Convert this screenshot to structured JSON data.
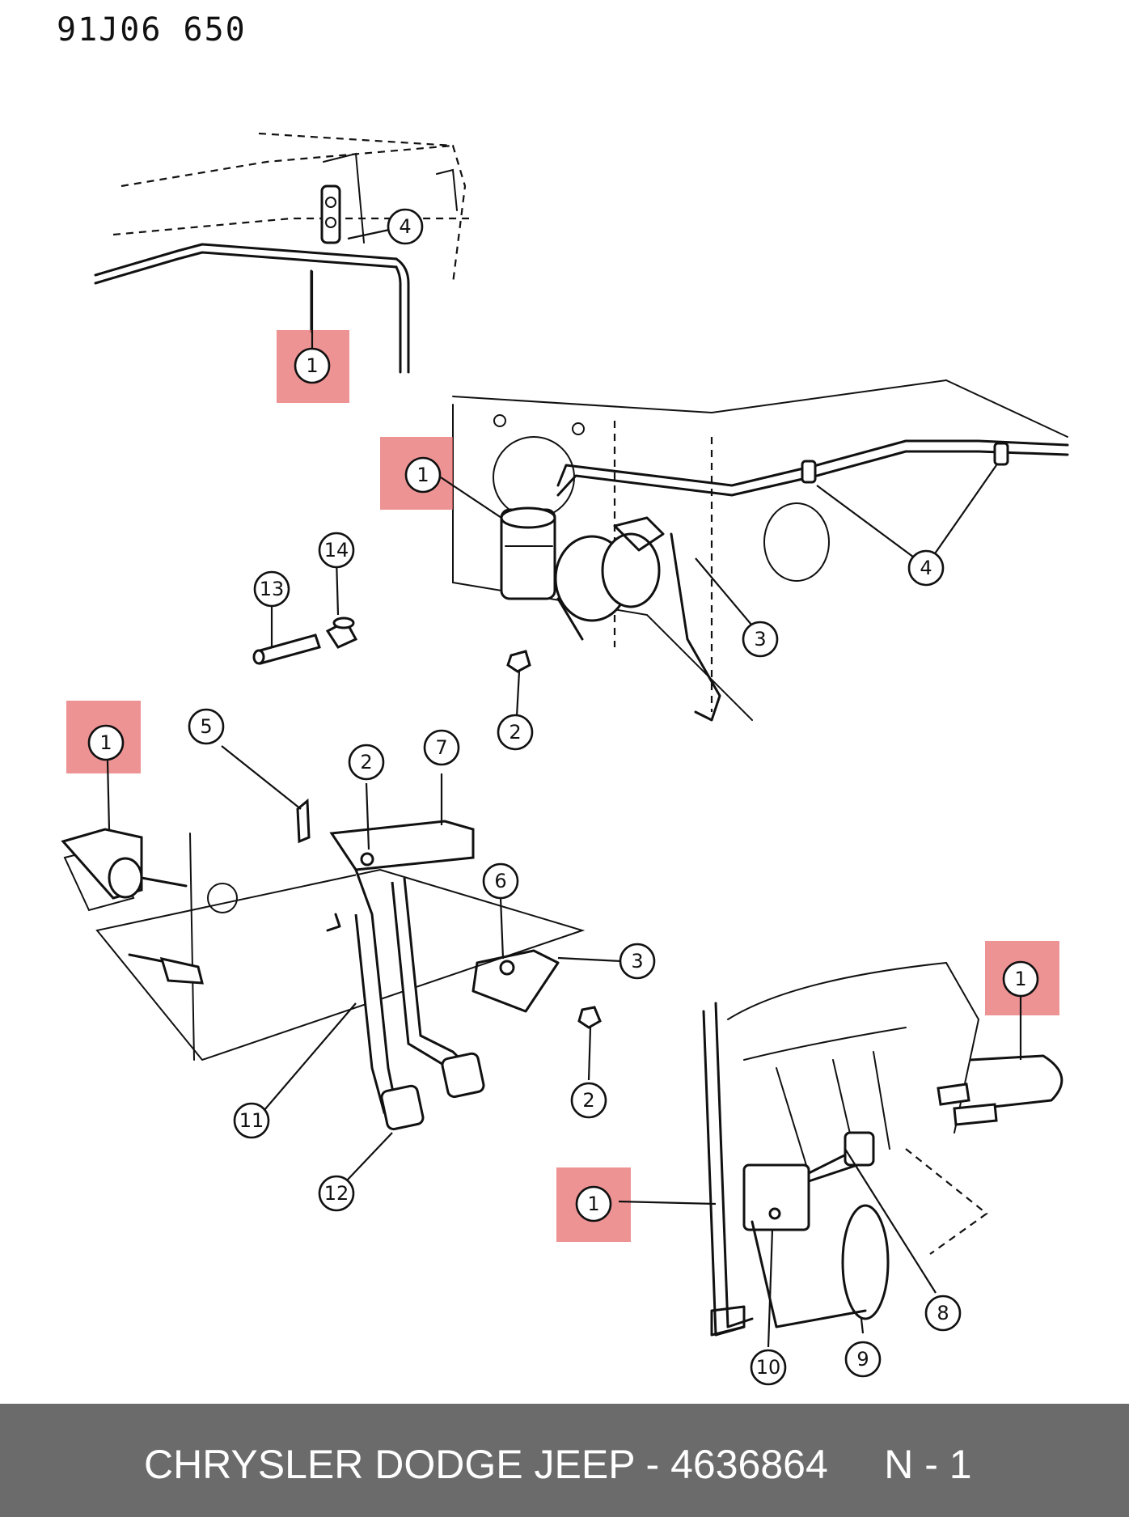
{
  "drawing_code": "91J06  650",
  "footer": {
    "caption": "CHRYSLER DODGE JEEP - 4636864     N - 1"
  },
  "highlight_color": "#e8696b",
  "callouts": [
    "1",
    "1",
    "1",
    "1",
    "1",
    "2",
    "2",
    "2",
    "3",
    "3",
    "4",
    "4",
    "5",
    "6",
    "7",
    "8",
    "9",
    "10",
    "11",
    "12",
    "13",
    "14"
  ]
}
